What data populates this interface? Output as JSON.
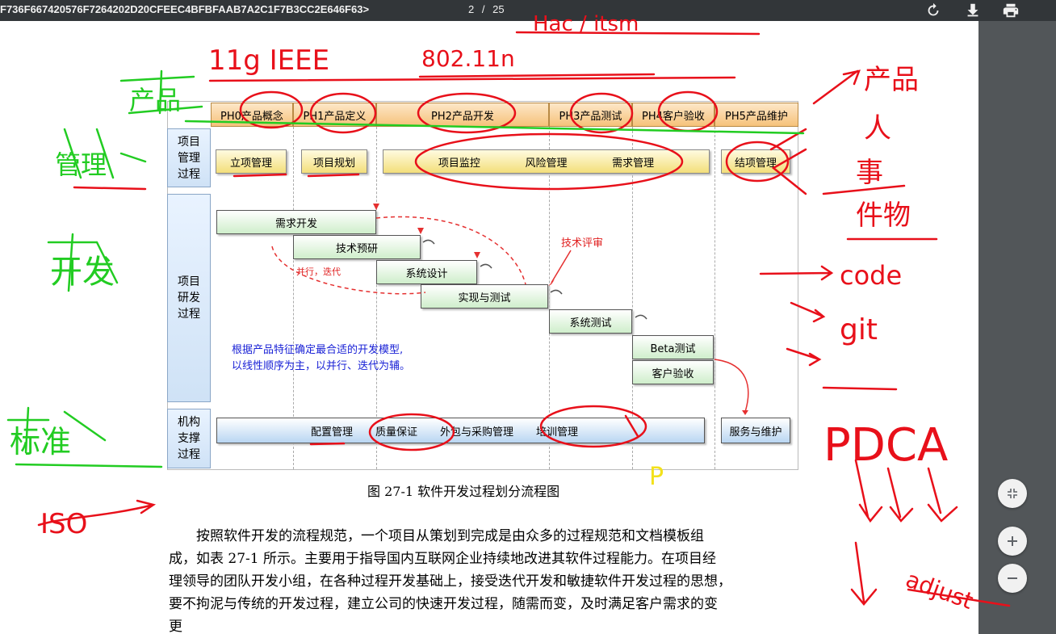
{
  "toolbar": {
    "doc_title": "F736F667420576F7264202D20CFEEC4BFBFAAB7A2C1F7B3CC2E646F63>",
    "page_current": "2",
    "page_sep": "/",
    "page_total": "25",
    "icons": [
      "rotate-icon",
      "download-icon",
      "print-icon"
    ]
  },
  "zoom_controls": [
    "fit-page-icon",
    "zoom-in-icon",
    "zoom-out-icon"
  ],
  "diagram": {
    "phases": [
      "PH0产品概念",
      "PH1产品定义",
      "PH2产品开发",
      "PH3产品测试",
      "PH4客户验收",
      "PH5产品维护"
    ],
    "row_labels": {
      "management": "项目\n管理\n过程",
      "development": "项目\n研发\n过程",
      "support": "机构\n支撑\n过程"
    },
    "management_boxes": [
      "立项管理",
      "项目规划",
      "项目监控",
      "风险管理",
      "需求管理",
      "结项管理"
    ],
    "dev_boxes": [
      "需求开发",
      "技术预研",
      "系统设计",
      "实现与测试",
      "系统测试",
      "Beta测试",
      "客户验收"
    ],
    "tech_review": "技术评审",
    "iter_label": "并行，迭代",
    "note_line1": "根据产品特征确定最合适的开发模型,",
    "note_line2": "以线性顺序为主，以并行、迭代为辅。",
    "support_boxes": [
      "配置管理",
      "质量保证",
      "外包与采购管理",
      "培训管理"
    ],
    "service_box": "服务与维护"
  },
  "caption": "图 27-1  软件开发过程划分流程图",
  "paragraph_lines": [
    "按照软件开发的流程规范，一个项目从策划到完成是由众多的过程规范和文档模板组",
    "成，如表 27-1 所示。主要用于指导国内互联网企业持续地改进其软件过程能力。在项目经",
    "理领导的团队开发小组，在各种过程开发基础上，接受迭代开发和敏捷软件开发过程的思想，",
    "要不拘泥与传统的开发过程，建立公司的快速开发过程，随需而变，及时满足客户需求的变",
    "更"
  ],
  "annotations": {
    "top_left": "11g  IEEE",
    "top_mid": "802.11n",
    "top_right": "Hac / itsm",
    "left_1": "产品",
    "left_2": "管理",
    "left_3": "开发",
    "left_4": "标准",
    "left_5": "ISO",
    "right_1": "产品",
    "right_2": "人",
    "right_3": "事",
    "right_4": "件物",
    "right_code": "code",
    "right_git": "git",
    "pdca": "PDCA",
    "adjust": "adjust",
    "p_yellow": "P"
  },
  "colors": {
    "toolbar_bg": "#323639",
    "viewer_bg": "#525659",
    "ink_red": "#e8101a",
    "ink_green": "#22cc22",
    "ink_blue_text": "#1a22d6",
    "ink_yellow": "#f3e11b"
  }
}
